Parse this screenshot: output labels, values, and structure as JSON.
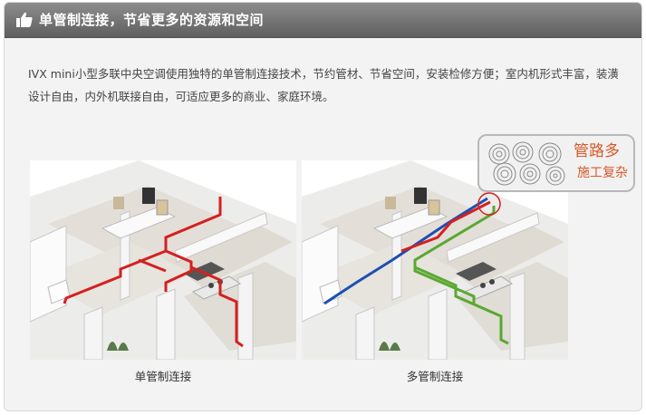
{
  "header": {
    "title": "单管制连接，节省更多的资源和空间",
    "icon": "thumbs-up-icon"
  },
  "description": "IVX mini小型多联中央空调使用独特的单管制连接技术，节约管材、节省空间，安装检修方便；室内机形式丰富，装潢设计自由，内外机联接自由，可适应更多的商业、家庭环境。",
  "panels": [
    {
      "caption": "单管制连接"
    },
    {
      "caption": "多管制连接"
    }
  ],
  "callout": {
    "line1": "管路多",
    "line2": "施工复杂"
  },
  "colors": {
    "header_top": "#8d8d8d",
    "header_bottom": "#5f5f5f",
    "pipe_red": "#d42020",
    "pipe_blue": "#1e4fb0",
    "pipe_green": "#5aa832",
    "callout_text": "#d8592a"
  }
}
